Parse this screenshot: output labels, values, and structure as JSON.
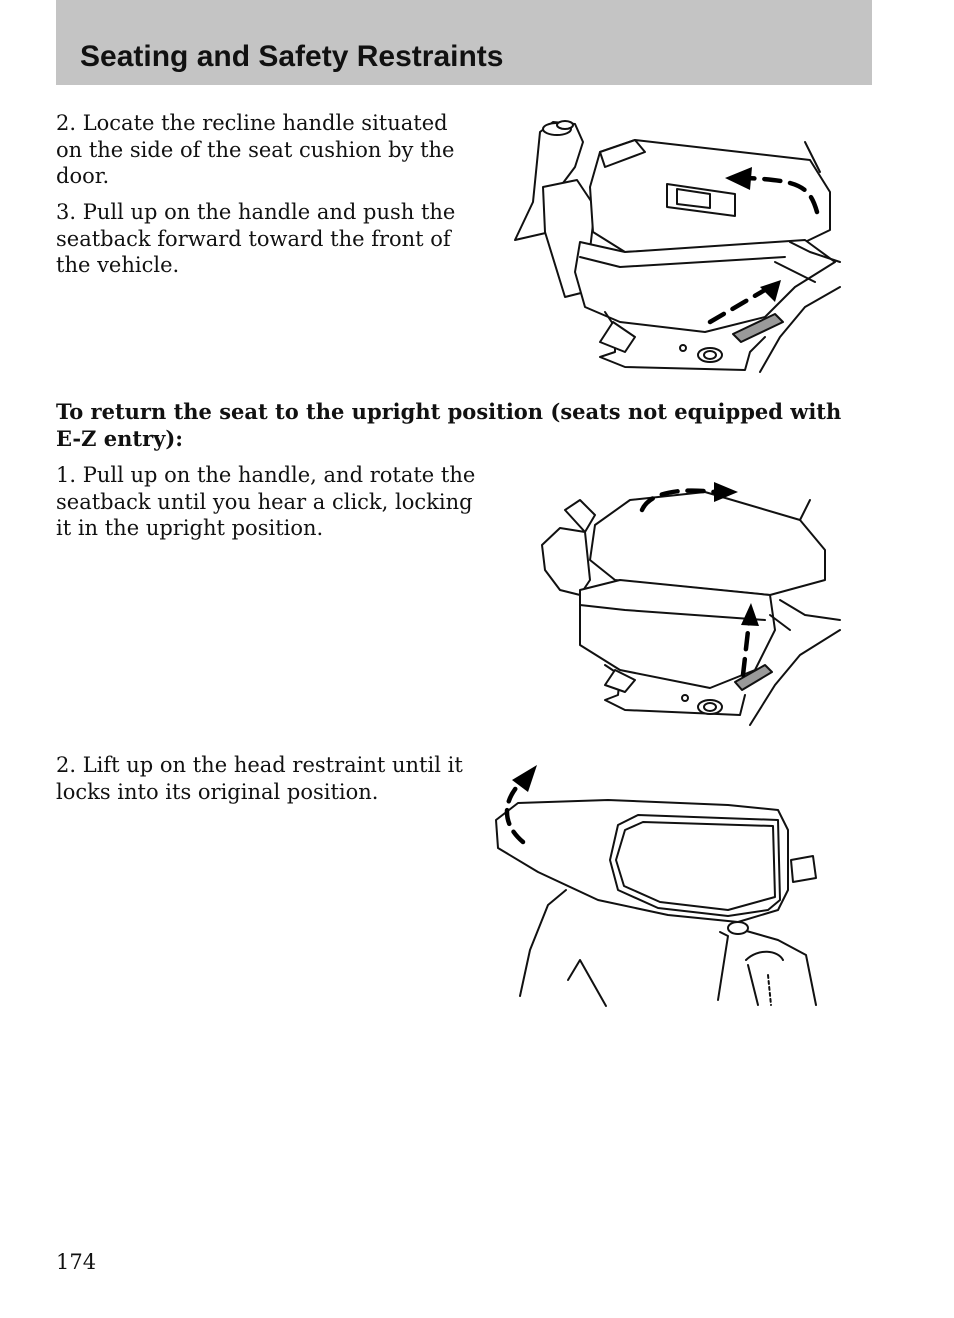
{
  "header": {
    "title": "Seating and Safety Restraints"
  },
  "steps_recline": [
    "2. Locate the recline handle situated on the side of the seat cushion by the door.",
    "3. Pull up on the handle and push the seatback forward toward the front of the vehicle."
  ],
  "return_heading": "To return the seat to the upright position (seats not equipped with E-Z entry):",
  "steps_return": [
    "1. Pull up on the handle, and rotate the seatback until you hear a click, locking it in the upright position.",
    "2. Lift up on the head restraint until it locks into its original position."
  ],
  "page_number": "174",
  "colors": {
    "header_bg": "#c4c4c4",
    "text": "#111111"
  },
  "figures": [
    {
      "icon": "seat-recline-forward-illustration"
    },
    {
      "icon": "seat-upright-return-illustration"
    },
    {
      "icon": "head-restraint-lift-illustration"
    }
  ]
}
